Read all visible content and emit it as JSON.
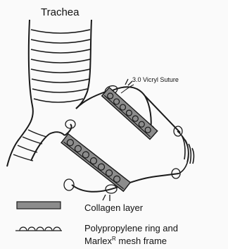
{
  "labels": {
    "trachea": "Trachea",
    "suture": "3.0 Vicryl Suture"
  },
  "legend": {
    "collagen": "Collagen layer",
    "ring_line1": "Polypropylene ring and",
    "ring_line2_main": "Marlex",
    "ring_line2_sup": "R",
    "ring_line2_tail": " mesh frame"
  },
  "colors": {
    "collagen_fill": "#8c8c8c",
    "line": "#1a1a1a",
    "background": "#fafafa"
  }
}
